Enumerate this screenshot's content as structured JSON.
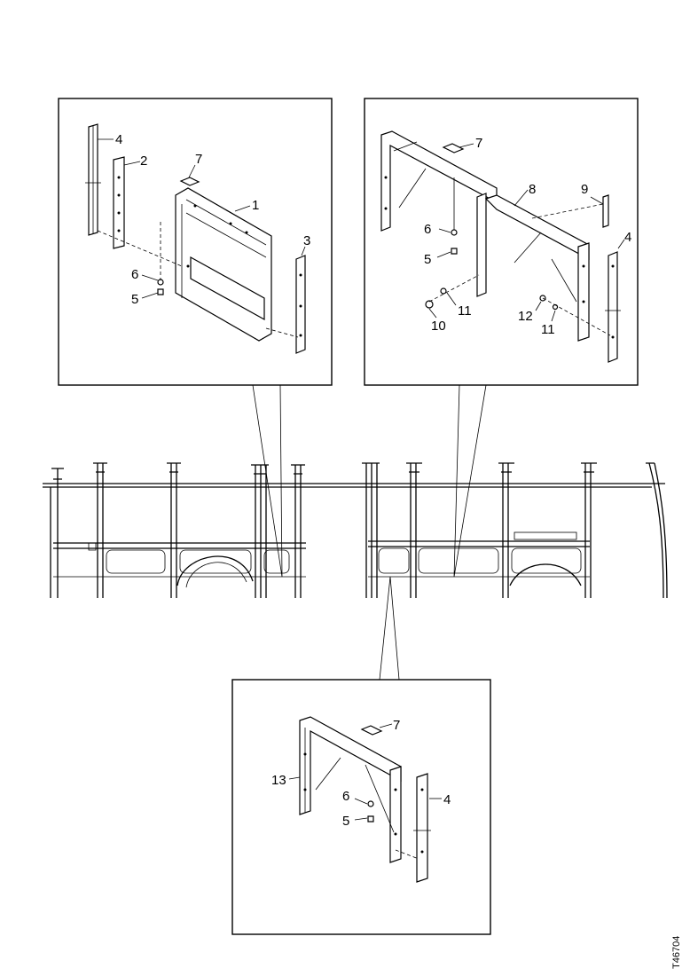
{
  "figure_id": "T46704",
  "detail_panels": [
    {
      "name": "detail-top-left",
      "callouts": [
        "4",
        "2",
        "7",
        "1",
        "3",
        "6",
        "5"
      ]
    },
    {
      "name": "detail-top-right",
      "callouts": [
        "7",
        "8",
        "9",
        "6",
        "5",
        "4",
        "11",
        "10",
        "12",
        "11"
      ]
    },
    {
      "name": "detail-bottom",
      "callouts": [
        "7",
        "13",
        "6",
        "5",
        "4"
      ]
    }
  ]
}
